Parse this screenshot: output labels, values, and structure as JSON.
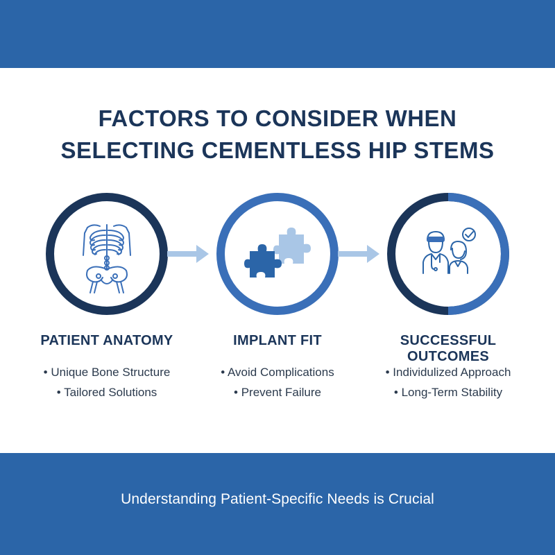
{
  "title": {
    "line1": "Factors to Consider When",
    "line2": "Selecting Cementless Hip Stems"
  },
  "colors": {
    "band": "#2b65a8",
    "navy": "#1b3559",
    "mid_blue": "#3a6fb8",
    "light_blue": "#a9c6e6"
  },
  "steps": [
    {
      "icon": "skeleton-icon",
      "heading": "Patient Anatomy",
      "bullets": [
        "Unique Bone Structure",
        "Tailored Solutions"
      ]
    },
    {
      "icon": "puzzle-pieces-icon",
      "heading": "Implant Fit",
      "bullets": [
        "Avoid Complications",
        "Prevent Failure"
      ]
    },
    {
      "icon": "doctors-checkmark-icon",
      "heading": "Successful Outcomes",
      "bullets": [
        "Individulized Approach",
        "Long-Term Stability"
      ]
    }
  ],
  "footer": {
    "text": "Understanding Patient-Specific Needs is Crucial"
  }
}
